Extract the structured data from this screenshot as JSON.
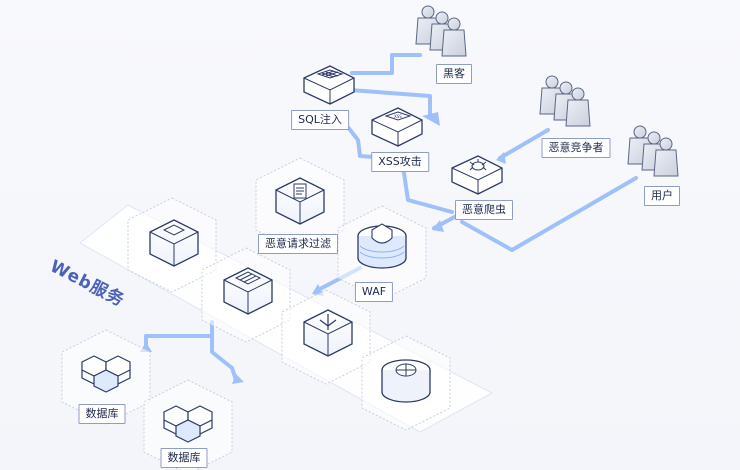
{
  "colors": {
    "accent": "#8fb2f7",
    "arrow": "#9fc0fa",
    "node_border": "#2c3b66",
    "label_border": "#8f9cc3",
    "text": "#1d2a4a",
    "web_title": "#4a62b8"
  },
  "diagram": {
    "region_title": "Web服务",
    "nodes": {
      "hacker": {
        "label": "黑客",
        "icon": "user-group-icon"
      },
      "malicious_competitor": {
        "label": "恶意竞争者",
        "icon": "user-group-icon"
      },
      "user": {
        "label": "用户",
        "icon": "user-group-icon"
      },
      "sql_injection": {
        "label": "SQL注入",
        "icon": "grid-table-icon"
      },
      "xss_attack": {
        "label": "XSS攻击",
        "icon": "xss-window-icon"
      },
      "malicious_crawler": {
        "label": "恶意爬虫",
        "icon": "bug-icon"
      },
      "request_filter": {
        "label": "恶意请求过滤",
        "icon": "document-icon"
      },
      "waf": {
        "label": "WAF",
        "icon": "shield-icon"
      },
      "database_1": {
        "label": "数据库",
        "icon": "hexagon-cluster-icon"
      },
      "database_2": {
        "label": "数据库",
        "icon": "hexagon-cluster-icon"
      }
    },
    "web_service_nodes": [
      {
        "icon": "server-window-icon"
      },
      {
        "icon": "server-rack-icon"
      },
      {
        "icon": "network-branch-icon"
      },
      {
        "icon": "globe-icon"
      }
    ]
  }
}
